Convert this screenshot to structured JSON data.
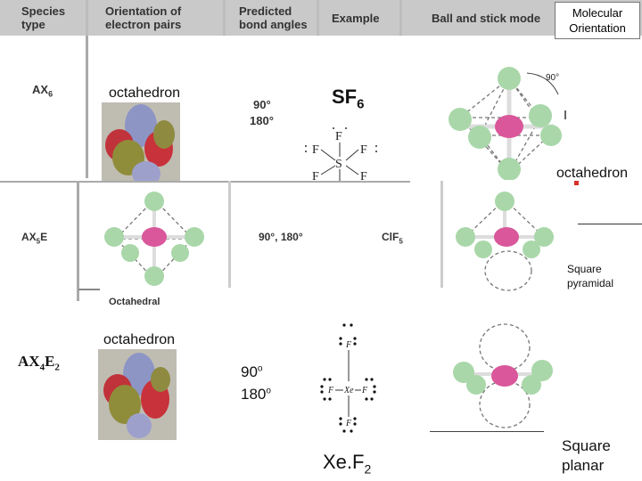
{
  "header": {
    "col1": "Species type",
    "col1a": "Species",
    "col1b": "type",
    "col2a": "Orientation of",
    "col2b": "electron pairs",
    "col3a": "Predicted",
    "col3b": "bond angles",
    "col4": "Example",
    "col5": "Ball and stick mode",
    "corner_label_1": "Molecular",
    "corner_label_2": "Orientation"
  },
  "row1": {
    "species_main": "AX",
    "species_sub": "6",
    "orientation": "octahedron",
    "angle1": "90°",
    "angle2": "180°",
    "example_main": "SF",
    "example_sub": "6",
    "lewis_center": "S",
    "lewis_ligand": "F",
    "angle_mark": "90°",
    "shape": "octahedron"
  },
  "row2": {
    "species_main": "AX",
    "species_sub": "5",
    "species_tail": "E",
    "orientation_caption": "Octahedral",
    "angles": "90°, 180°",
    "example_main": "ClF",
    "example_sub": "5",
    "shape_1": "Square",
    "shape_2": "pyramidal"
  },
  "row3": {
    "orientation": "octahedron",
    "species_a": "AX",
    "species_sub1": "4",
    "species_b": "E",
    "species_sub2": "2",
    "angle1_main": "90",
    "angle1_sup": "o",
    "angle2_main": "180",
    "angle2_sup": "o",
    "lewis_center": "Xe",
    "lewis_ligand": "F",
    "example_main": "Xe.F",
    "example_sub": "2",
    "shape_1": "Square",
    "shape_2": "planar"
  },
  "colors": {
    "header_bg": "#c9c9c9",
    "green_ball": "#a9d7a9",
    "pink_ball": "#d9579a",
    "red_mark": "#d9302a"
  }
}
